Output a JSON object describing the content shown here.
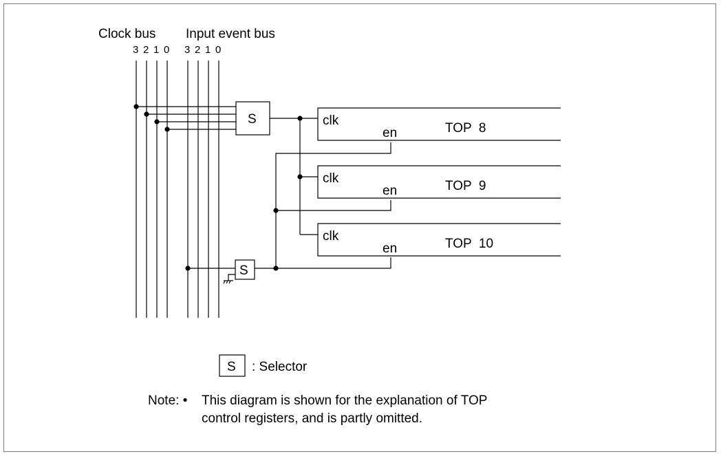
{
  "diagram": {
    "clock_bus_label": "Clock bus",
    "input_event_bus_label": "Input event bus",
    "clock_bits": [
      "3",
      "2",
      "1",
      "0"
    ],
    "input_bits": [
      "3",
      "2",
      "1",
      "0"
    ],
    "selector_top_label": "S",
    "selector_bottom_label": "S",
    "tops": [
      {
        "clk": "clk",
        "en": "en",
        "name": "TOP  8"
      },
      {
        "clk": "clk",
        "en": "en",
        "name": "TOP  9"
      },
      {
        "clk": "clk",
        "en": "en",
        "name": "TOP  10"
      }
    ]
  },
  "legend": {
    "symbol": "S",
    "text": ": Selector"
  },
  "note": {
    "prefix": "Note: •",
    "line1": "This diagram is shown for the explanation of TOP",
    "line2": "control registers, and is partly omitted."
  },
  "colors": {
    "line": "#000000",
    "frame": "#7a7a7a",
    "background": "#ffffff"
  }
}
